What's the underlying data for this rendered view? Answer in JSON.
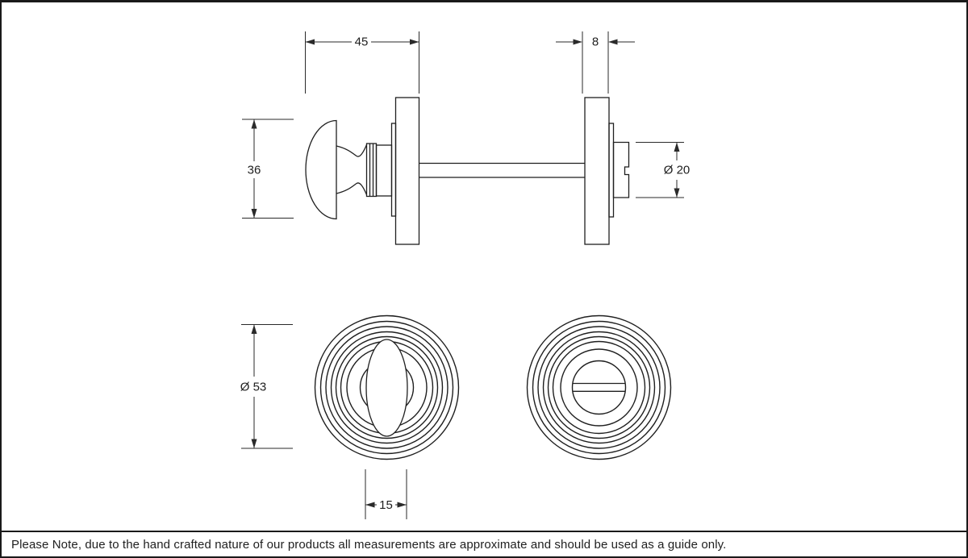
{
  "page": {
    "background": "#ffffff",
    "border_color": "#1a1a1a",
    "line_color": "#1f1f1f"
  },
  "dimensions": {
    "knob_projection": "45",
    "rose_depth": "8",
    "knob_diameter": "36",
    "turn_release_diameter": "Ø 20",
    "rose_diameter": "Ø 53",
    "thumbturn_width": "15"
  },
  "footer": {
    "note": "Please Note, due to the hand crafted nature of our products all measurements are approximate and should be used as a guide only."
  }
}
